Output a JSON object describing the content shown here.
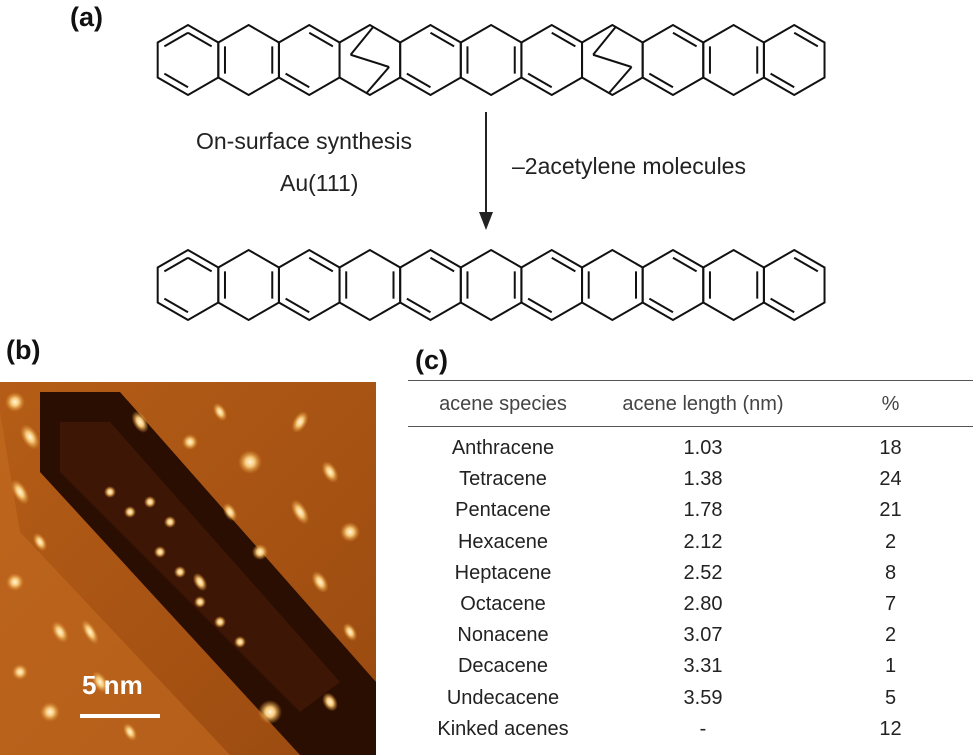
{
  "labels": {
    "a": "(a)",
    "b": "(b)",
    "c": "(c)"
  },
  "scheme": {
    "condition_line1": "On-surface synthesis",
    "condition_line2": "Au(111)",
    "byproduct": "–2acetylene molecules"
  },
  "stm_image": {
    "scale_bar_label": "5 nm"
  },
  "table": {
    "headers": [
      "acene species",
      "acene length (nm)",
      "%"
    ],
    "rows": [
      [
        "Anthracene",
        "1.03",
        "18"
      ],
      [
        "Tetracene",
        "1.38",
        "24"
      ],
      [
        "Pentacene",
        "1.78",
        "21"
      ],
      [
        "Hexacene",
        "2.12",
        "2"
      ],
      [
        "Heptacene",
        "2.52",
        "8"
      ],
      [
        "Octacene",
        "2.80",
        "7"
      ],
      [
        "Nonacene",
        "3.07",
        "2"
      ],
      [
        "Decacene",
        "3.31",
        "1"
      ],
      [
        "Undecacene",
        "3.59",
        "5"
      ],
      [
        "Kinked acenes",
        "-",
        "12"
      ]
    ]
  }
}
